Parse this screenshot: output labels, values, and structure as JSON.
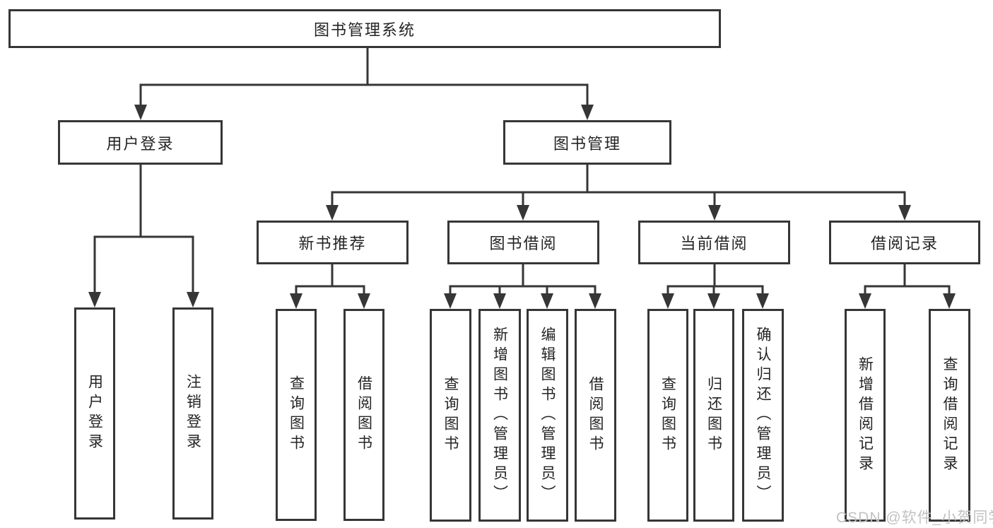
{
  "diagram": {
    "label": "图书管理系统",
    "children": [
      {
        "label": "用户登录",
        "children": [
          {
            "label": "用户登录"
          },
          {
            "label": "注销登录"
          }
        ]
      },
      {
        "label": "图书管理",
        "children": [
          {
            "label": "新书推荐",
            "children": [
              {
                "label": "查询图书"
              },
              {
                "label": "借阅图书"
              }
            ]
          },
          {
            "label": "图书借阅",
            "children": [
              {
                "label": "查询图书"
              },
              {
                "label": "新增图书（管理员）"
              },
              {
                "label": "编辑图书（管理员）"
              },
              {
                "label": "借阅图书"
              }
            ]
          },
          {
            "label": "当前借阅",
            "children": [
              {
                "label": "查询图书"
              },
              {
                "label": "归还图书"
              },
              {
                "label": "确认归还（管理员）"
              }
            ]
          },
          {
            "label": "借阅记录",
            "children": [
              {
                "label": "新增借阅记录"
              },
              {
                "label": "查询借阅记录"
              }
            ]
          }
        ]
      }
    ]
  },
  "watermark": {
    "text": "CSDN @软件_小贺同学",
    "color": "#c2c2c2"
  },
  "colors": {
    "line": "#363636",
    "box_border": "#363636",
    "text": "#242424",
    "background": "#ffffff"
  }
}
